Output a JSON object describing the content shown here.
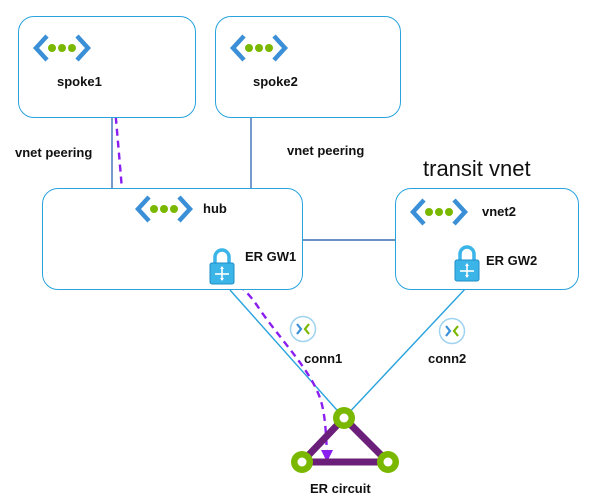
{
  "labels": {
    "spoke1": "spoke1",
    "spoke2": "spoke2",
    "hub": "hub",
    "vnet2": "vnet2",
    "transit_vnet": "transit vnet",
    "peering_left": "vnet peering",
    "peering_right": "vnet peering",
    "er_gw1": "ER GW1",
    "er_gw2": "ER GW2",
    "conn1": "conn1",
    "conn2": "conn2",
    "er_circuit": "ER circuit"
  },
  "colors": {
    "box_border": "#29a3dd",
    "link_line": "#3b6fb6",
    "connection_line": "#29a3dd",
    "traffic_path": "#8a1ef0",
    "vnet_chevron": "#3a8fd6",
    "vnet_dot": "#7ab800",
    "circuit_edge": "#6b1e7a",
    "circuit_node": "#7ab800"
  },
  "icons": {
    "vnet": "virtual-network-icon",
    "gateway": "vpn-gateway-lock-icon",
    "connection": "connection-icon",
    "circuit": "expressroute-circuit-icon"
  }
}
